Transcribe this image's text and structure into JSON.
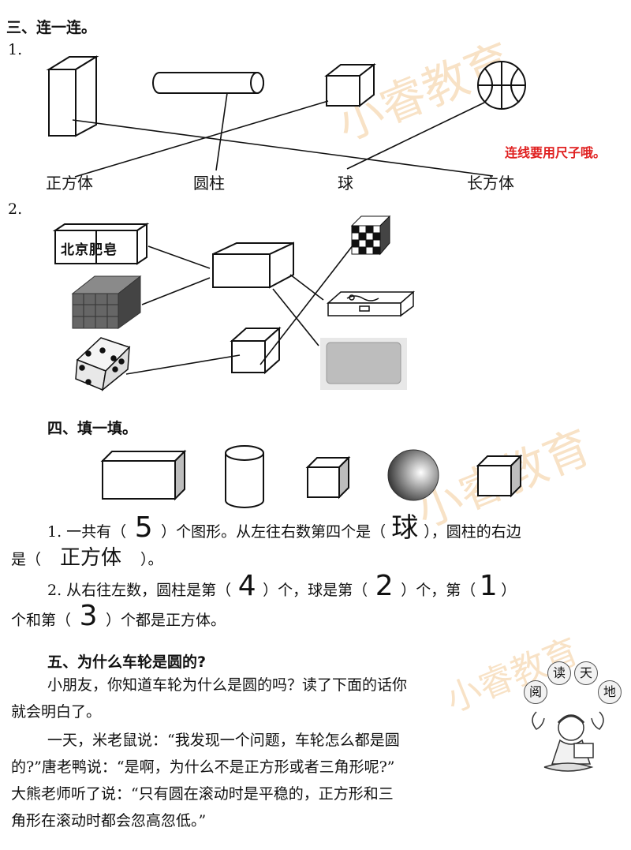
{
  "section3": {
    "title": "三、连一连。",
    "q1_number": "1.",
    "q2_number": "2.",
    "labels": [
      "正方体",
      "圆柱",
      "球",
      "长方体"
    ],
    "note": "连线要用尺子哦。",
    "soap_text": "北京肥皂"
  },
  "section4": {
    "title": "四、填一填。",
    "q1": {
      "prefix": "1. 一共有（",
      "answer_count": "5",
      "mid1": "）个图形。从左往右数第四个是（",
      "answer_fourth": "球",
      "mid2": "），圆柱的右边",
      "line2_prefix": "是（",
      "answer_right": "正方体",
      "line2_suffix": "）。"
    },
    "q2": {
      "prefix": "2. 从右往左数，圆柱是第（",
      "answer_cyl": "4",
      "mid1": "）个，球是第（",
      "answer_ball": "2",
      "mid2": "）个，第（",
      "answer_a": "1",
      "mid3": "）",
      "line2_prefix": "个和第（",
      "answer_b": "3",
      "line2_suffix": "）个都是正方体。"
    }
  },
  "section5": {
    "title": "五、为什么车轮是圆的?",
    "para1_line1": "小朋友，你知道车轮为什么是圆的吗？读了下面的话你",
    "para1_line2": "就会明白了。",
    "para2_line1": "一天，米老鼠说：“我发现一个问题，车轮怎么都是圆",
    "para2_line2": "的?”唐老鸭说：“是啊，为什么不是正方形或者三角形呢?”",
    "para2_line3": "大熊老师听了说：“只有圆在滚动时是平稳的，正方形和三",
    "para2_line4": "角形在滚动时都会忽高忽低。”",
    "badge_chars": [
      "阅",
      "读",
      "天",
      "地"
    ]
  },
  "watermark": "小睿教育"
}
